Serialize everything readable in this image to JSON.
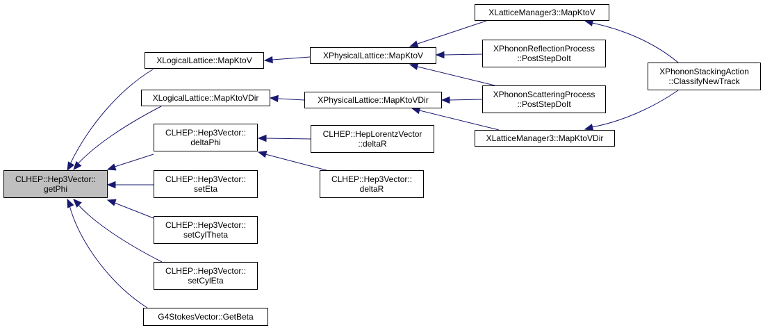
{
  "colors": {
    "edge": "#191970",
    "root_fill": "#bfbfbf",
    "node_fill": "#ffffff",
    "border": "#000000"
  },
  "nodes": {
    "root": {
      "lines": [
        "CLHEP::Hep3Vector::",
        "getPhi"
      ]
    },
    "xll_v": {
      "lines": [
        "XLogicalLattice::MapKtoV"
      ]
    },
    "xll_vd": {
      "lines": [
        "XLogicalLattice::MapKtoVDir"
      ]
    },
    "dphi": {
      "lines": [
        "CLHEP::Hep3Vector::",
        "deltaPhi"
      ]
    },
    "seteta": {
      "lines": [
        "CLHEP::Hep3Vector::",
        "setEta"
      ]
    },
    "scth": {
      "lines": [
        "CLHEP::Hep3Vector::",
        "setCylTheta"
      ]
    },
    "sceta": {
      "lines": [
        "CLHEP::Hep3Vector::",
        "setCylEta"
      ]
    },
    "g4s": {
      "lines": [
        "G4StokesVector::GetBeta"
      ]
    },
    "xpl_v": {
      "lines": [
        "XPhysicalLattice::MapKtoV"
      ]
    },
    "xpl_vd": {
      "lines": [
        "XPhysicalLattice::MapKtoVDir"
      ]
    },
    "hlv": {
      "lines": [
        "CLHEP::HepLorentzVector",
        "::deltaR"
      ]
    },
    "h3dr": {
      "lines": [
        "CLHEP::Hep3Vector::",
        "deltaR"
      ]
    },
    "xlm_v": {
      "lines": [
        "XLatticeManager3::MapKtoV"
      ]
    },
    "xprp": {
      "lines": [
        "XPhononReflectionProcess",
        "::PostStepDoIt"
      ]
    },
    "xpsp": {
      "lines": [
        "XPhononScatteringProcess",
        "::PostStepDoIt"
      ]
    },
    "xlm_vd": {
      "lines": [
        "XLatticeManager3::MapKtoVDir"
      ]
    },
    "xpsa": {
      "lines": [
        "XPhononStackingAction",
        "::ClassifyNewTrack"
      ]
    }
  }
}
